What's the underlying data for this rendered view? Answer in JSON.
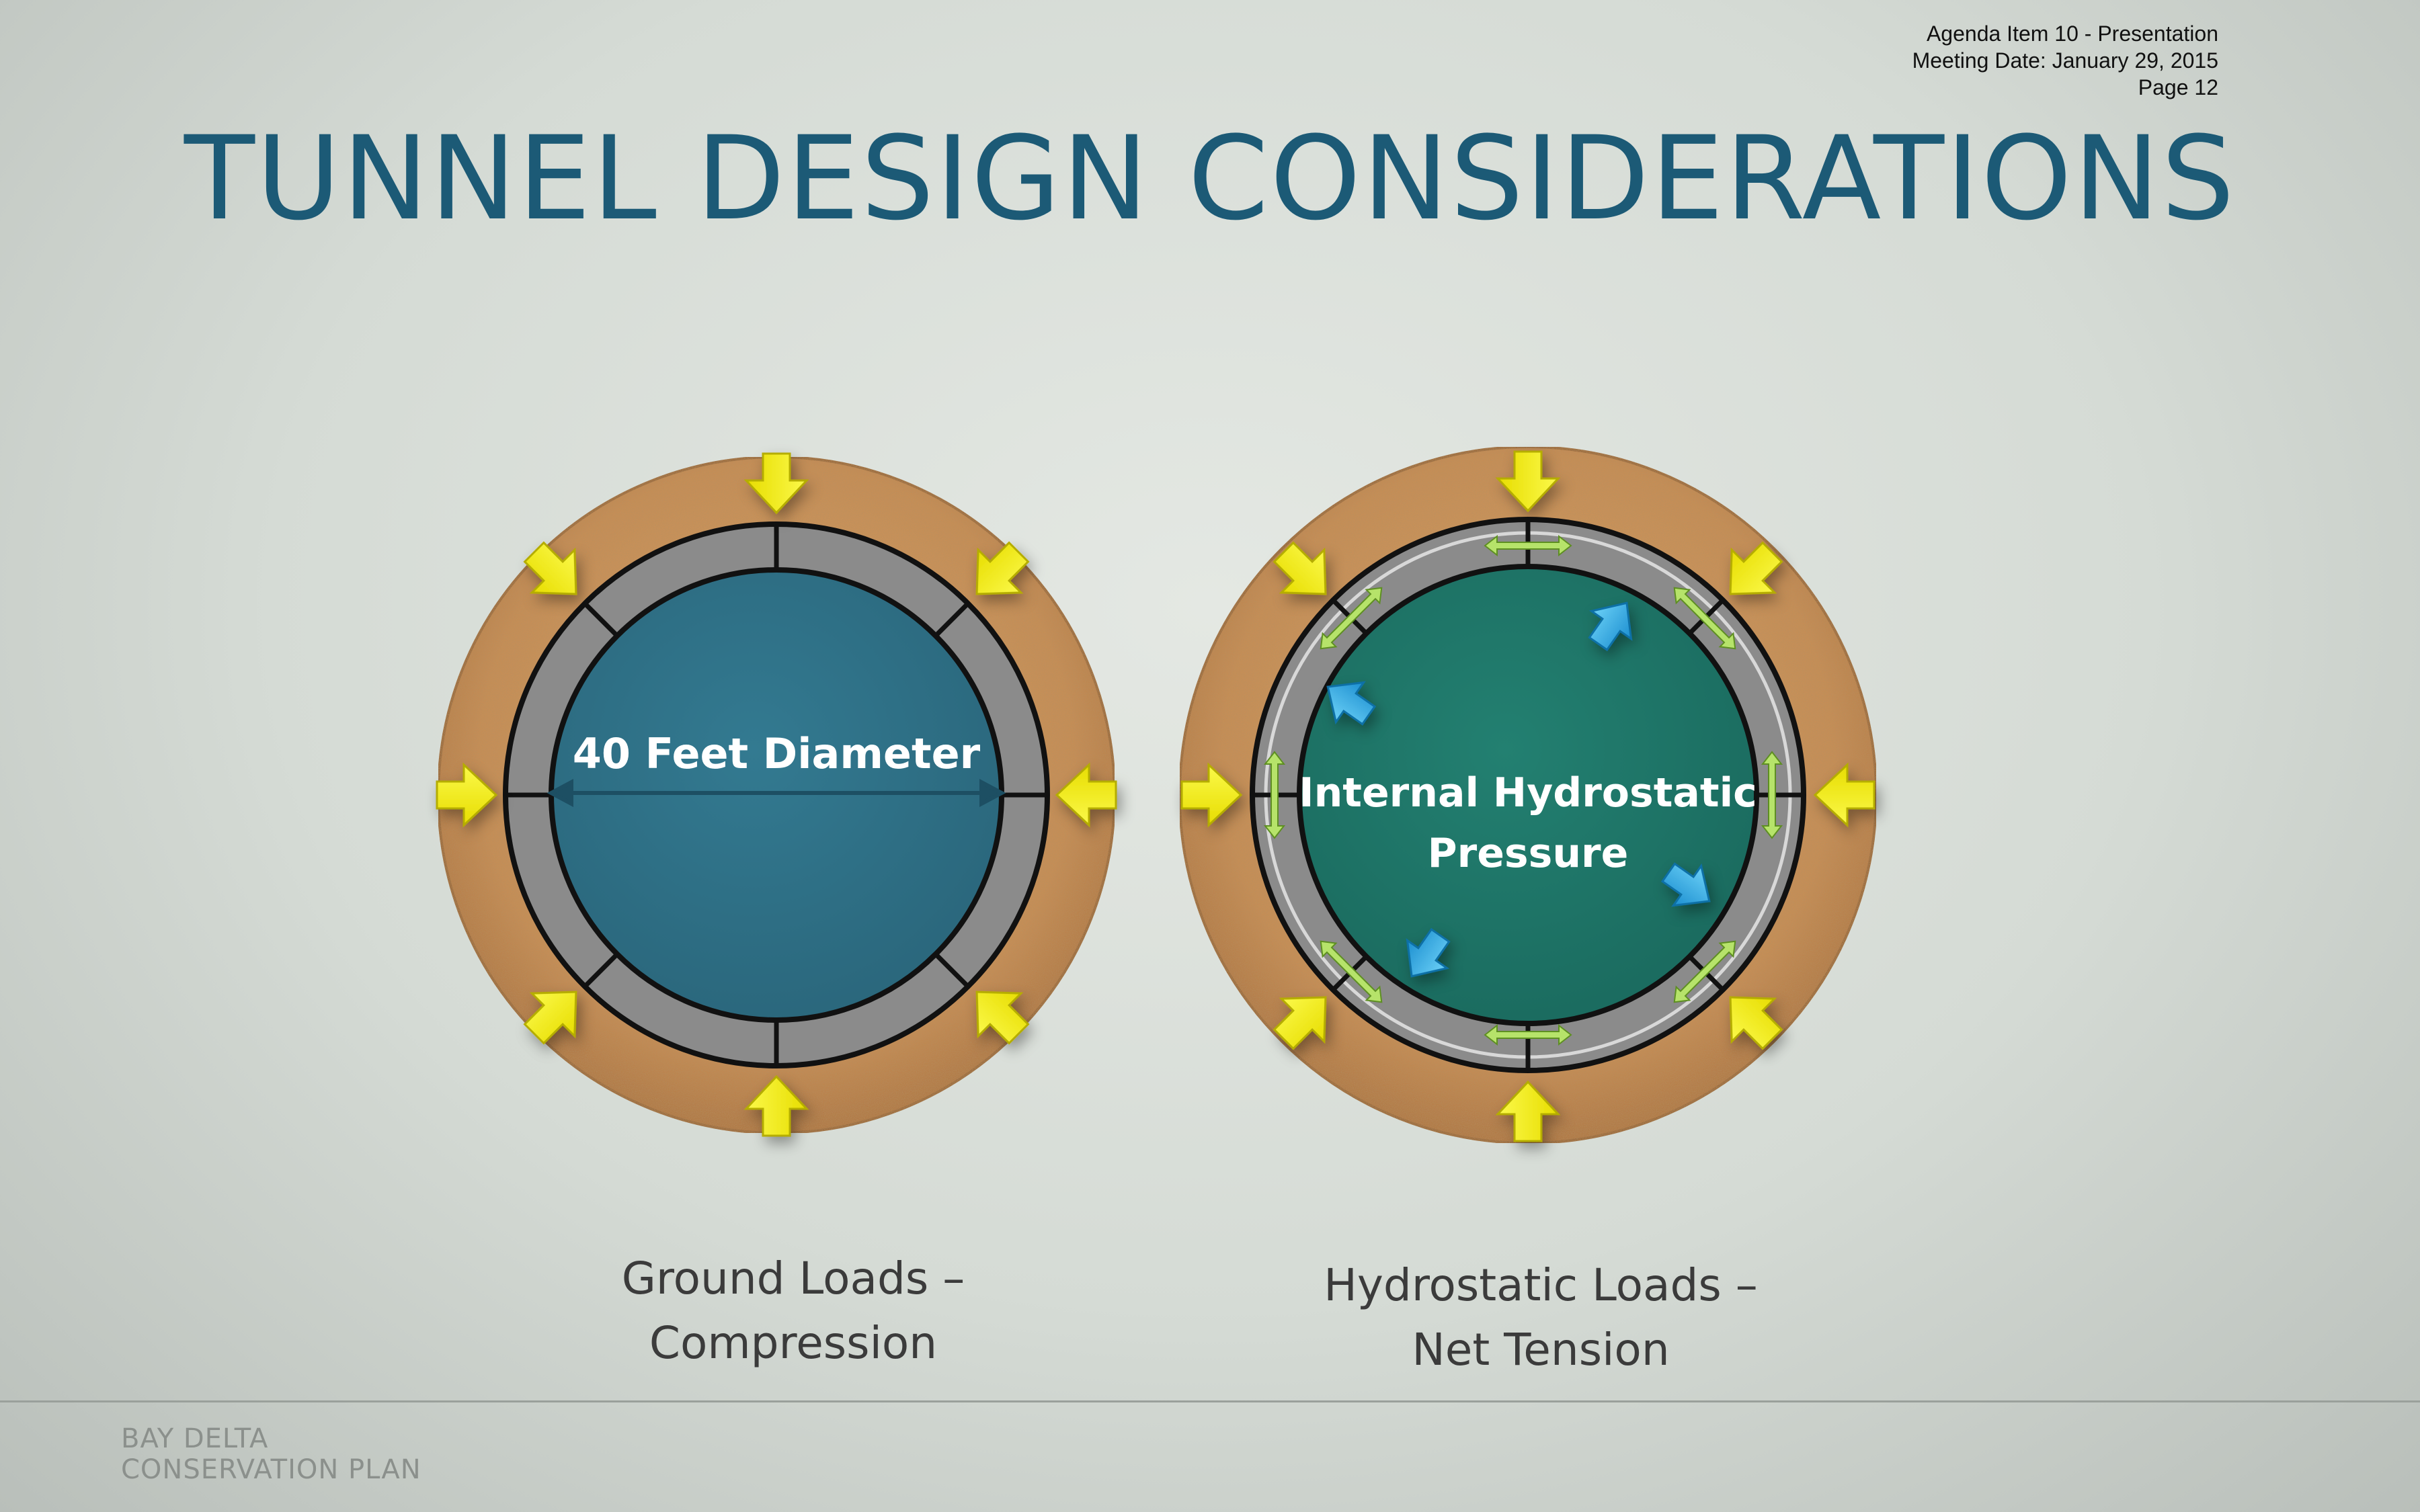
{
  "agenda": {
    "item": "Agenda Item 10 - Presentation",
    "meeting_date": "Meeting Date:  January 29, 2015",
    "page": "Page 12"
  },
  "title": "TUNNEL DESIGN CONSIDERATIONS",
  "left_diagram": {
    "inner_label": "40 Feet Diameter",
    "caption_line1": "Ground Loads –",
    "caption_line2": "Compression",
    "load_arrows": "yellow-inward-arrow-icon",
    "colors": {
      "water": "#2f6f85",
      "ground": "#c9925c",
      "lining": "#8a8a8a",
      "load": "#f4f000"
    }
  },
  "right_diagram": {
    "inner_label_line1": "Internal Hydrostatic",
    "inner_label_line2": "Pressure",
    "caption_line1": "Hydrostatic Loads –",
    "caption_line2": "Net Tension",
    "load_arrows": "yellow-inward-arrow-icon",
    "pressure_arrows": "blue-outward-arrow-icon",
    "tension_arrows": "green-double-arrow-icon",
    "colors": {
      "water": "#1e7468",
      "ground": "#c9925c",
      "lining": "#8a8a8a",
      "load": "#f4f000",
      "pressure": "#29a7e0",
      "tension": "#b6e36a"
    }
  },
  "footer": {
    "line1": "BAY DELTA",
    "line2": "CONSERVATION PLAN"
  }
}
